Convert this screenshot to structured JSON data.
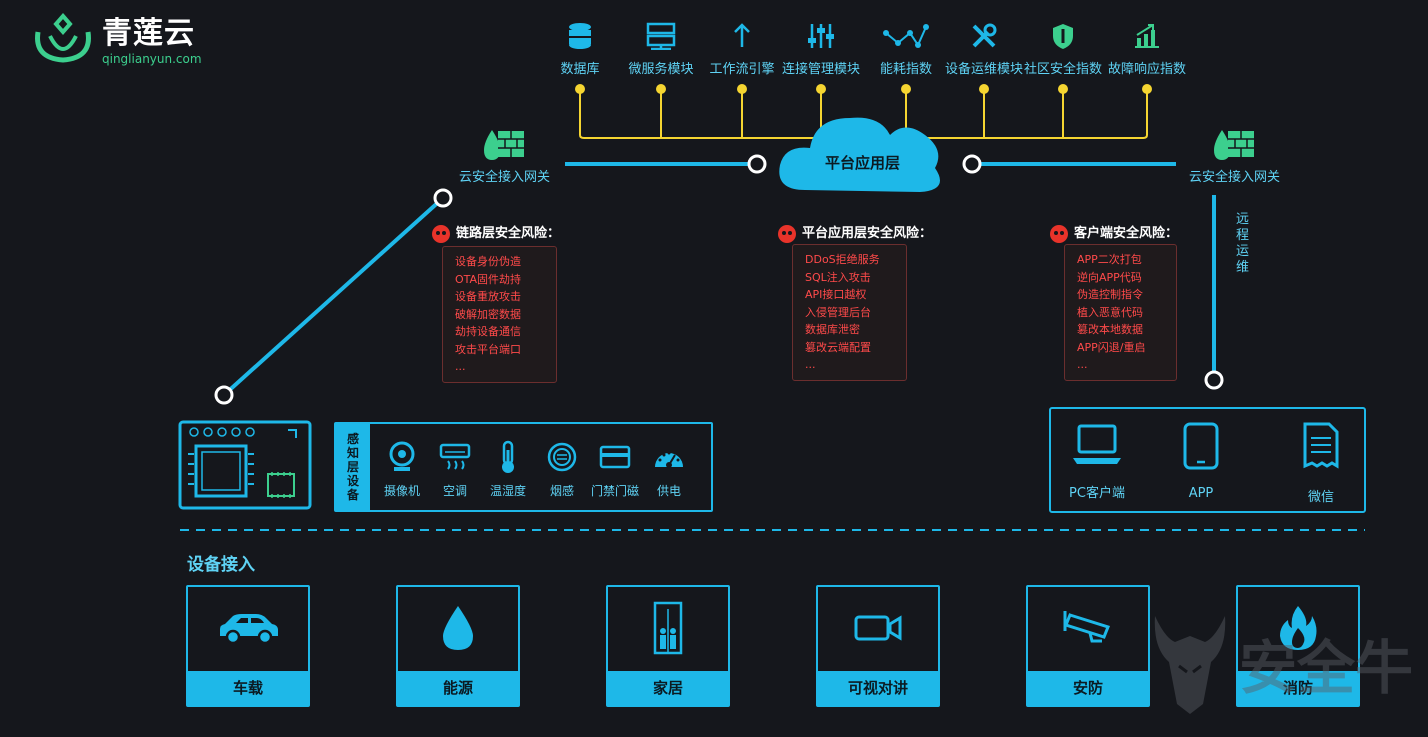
{
  "logo": {
    "name": "青莲云",
    "domain": "qinglianyun.com"
  },
  "modules": [
    {
      "label": "数据库",
      "icon": "database-icon"
    },
    {
      "label": "微服务模块",
      "icon": "server-icon"
    },
    {
      "label": "工作流引擎",
      "icon": "arrow-up-icon"
    },
    {
      "label": "连接管理模块",
      "icon": "sliders-icon"
    },
    {
      "label": "能耗指数",
      "icon": "line-chart-icon"
    },
    {
      "label": "设备运维模块",
      "icon": "tools-icon"
    },
    {
      "label": "社区安全指数",
      "icon": "shield-icon"
    },
    {
      "label": "故障响应指数",
      "icon": "bar-chart-icon"
    }
  ],
  "cloud": {
    "label": "平台应用层"
  },
  "gateways": {
    "left": "云安全接入网关",
    "right": "云安全接入网关"
  },
  "remote_ops": "远程运维",
  "risks": {
    "link": {
      "title": "链路层安全风险：",
      "items": [
        "设备身份伪造",
        "OTA固件劫持",
        "设备重放攻击",
        "破解加密数据",
        "劫持设备通信",
        "攻击平台端口",
        "..."
      ]
    },
    "platform": {
      "title": "平台应用层安全风险：",
      "items": [
        "DDoS拒绝服务",
        "SQL注入攻击",
        "API接口越权",
        "入侵管理后台",
        "数据库泄密",
        "篡改云端配置",
        "..."
      ]
    },
    "client": {
      "title": "客户端安全风险：",
      "items": [
        "APP二次打包",
        "逆向APP代码",
        "伪造控制指令",
        "植入恶意代码",
        "篡改本地数据",
        "APP闪退/重启",
        "..."
      ]
    }
  },
  "sensing": {
    "title": "感知层设备",
    "items": [
      {
        "label": "摄像机",
        "icon": "camera-icon"
      },
      {
        "label": "空调",
        "icon": "air-conditioner-icon"
      },
      {
        "label": "温湿度",
        "icon": "thermometer-icon"
      },
      {
        "label": "烟感",
        "icon": "smoke-detector-icon"
      },
      {
        "label": "门禁门磁",
        "icon": "access-card-icon"
      },
      {
        "label": "供电",
        "icon": "gauge-icon"
      }
    ]
  },
  "clients": [
    {
      "label": "PC客户端",
      "icon": "laptop-icon"
    },
    {
      "label": "APP",
      "icon": "tablet-icon"
    },
    {
      "label": "微信",
      "icon": "document-icon"
    }
  ],
  "device_access": {
    "title": "设备接入",
    "items": [
      {
        "label": "车载",
        "icon": "car-icon"
      },
      {
        "label": "能源",
        "icon": "water-drop-icon"
      },
      {
        "label": "家居",
        "icon": "elevator-icon"
      },
      {
        "label": "可视对讲",
        "icon": "video-camera-icon"
      },
      {
        "label": "安防",
        "icon": "cctv-icon"
      },
      {
        "label": "消防",
        "icon": "fire-icon"
      }
    ]
  },
  "watermark": "安全牛",
  "colors": {
    "accent": "#1eb8e8",
    "node": "#f5d531",
    "risk": "#ff4a4a",
    "brand": "#3ccf8e",
    "background": "#15171c"
  }
}
